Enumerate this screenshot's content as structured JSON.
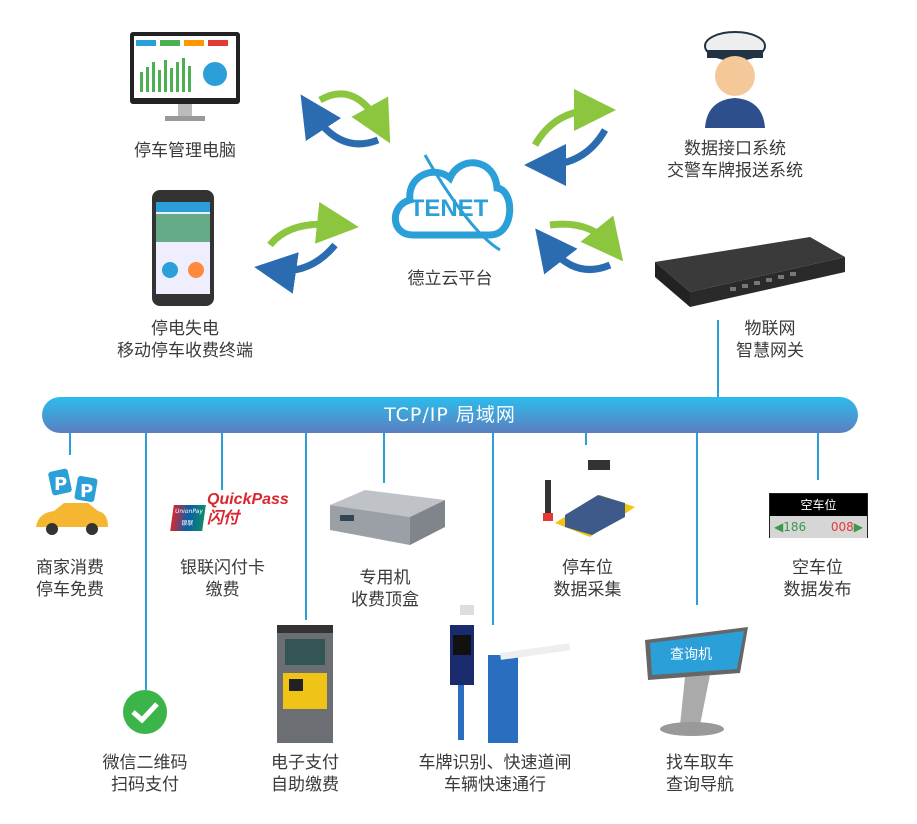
{
  "cloud": {
    "logo_text": "TENET",
    "label": "德立云平台"
  },
  "bus": {
    "label": "TCP/IP  局域网"
  },
  "top_nodes": [
    {
      "lines": [
        "停车管理电脑"
      ]
    },
    {
      "lines": [
        "停电失电",
        "移动停车收费终端"
      ]
    },
    {
      "lines": [
        "数据接口系统",
        "交警车牌报送系统"
      ]
    },
    {
      "lines": [
        "物联网",
        "智慧网关"
      ]
    }
  ],
  "bottom_nodes": [
    {
      "lines": [
        "商家消费",
        "停车免费"
      ]
    },
    {
      "lines": [
        "微信二维码",
        "扫码支付"
      ]
    },
    {
      "lines": [
        "银联闪付卡",
        "缴费"
      ]
    },
    {
      "lines": [
        "电子支付",
        "自助缴费"
      ]
    },
    {
      "lines": [
        "专用机",
        "收费顶盒"
      ]
    },
    {
      "lines": [
        "车牌识别、快速道闸",
        "车辆快速通行"
      ]
    },
    {
      "lines": [
        "停车位",
        "数据采集"
      ]
    },
    {
      "lines": [
        "找车取车",
        "查询导航"
      ]
    },
    {
      "lines": [
        "空车位",
        "数据发布"
      ]
    }
  ],
  "sign": {
    "title": "空车位",
    "left": "186",
    "right": "008"
  },
  "kiosk": {
    "screen_text": "查询机"
  },
  "quickpass": {
    "brand": "UnionPay 银联",
    "text": "QuickPass 闪付"
  },
  "colors": {
    "bus_top": "#2cbcec",
    "bus_bottom": "#5b7fc0",
    "arrow_green": "#8cc63f",
    "arrow_blue": "#2b6cb0",
    "cloud_blue": "#2a9fd8"
  }
}
